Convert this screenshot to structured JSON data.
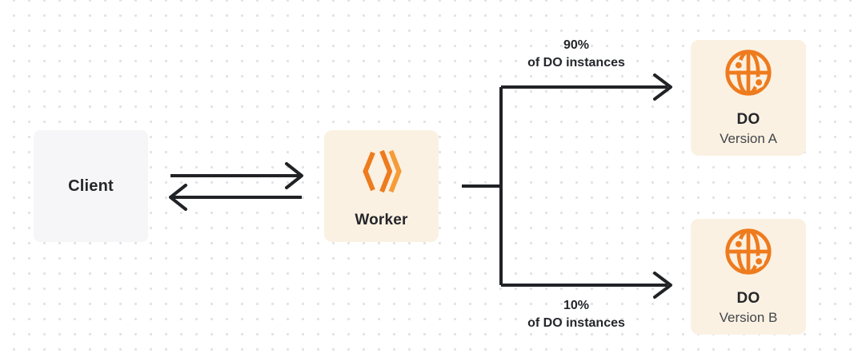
{
  "colors": {
    "canvas_bg": "#ffffff",
    "dot_grid": "#e2e2e5",
    "line_dark": "#202225",
    "text_primary": "#24262a",
    "text_secondary": "#41464b",
    "accent_orange": "#ee7b1e",
    "accent_orange_light": "#f59c39",
    "node_cream_bg": "#fbf1e2",
    "node_gray_bg": "#f6f6f8"
  },
  "nodes": {
    "client": {
      "label": "Client"
    },
    "worker": {
      "label": "Worker",
      "icon": "cloudflare-workers-logo-icon"
    },
    "do_version_a": {
      "title": "DO",
      "subtitle": "Version A",
      "icon": "durable-object-globe-icon"
    },
    "do_version_b": {
      "title": "DO",
      "subtitle": "Version B",
      "icon": "durable-object-globe-icon"
    }
  },
  "edges": {
    "client_worker": {
      "direction": "bidirectional"
    },
    "worker_split_a": {
      "percent": "90%",
      "caption": "of DO instances"
    },
    "worker_split_b": {
      "percent": "10%",
      "caption": "of DO instances"
    }
  }
}
